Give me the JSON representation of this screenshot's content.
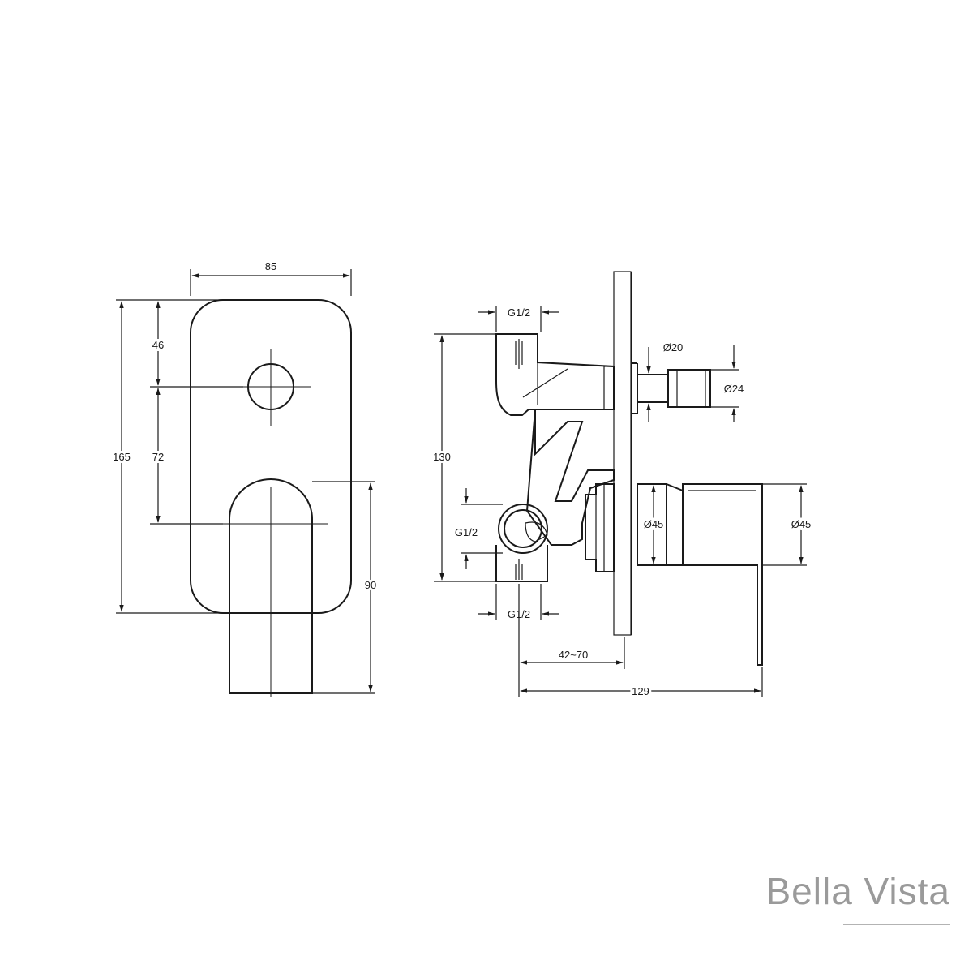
{
  "front_view": {
    "width": "85",
    "height": "165",
    "top_to_center": "46",
    "center_to_handle": "72",
    "handle_height": "90"
  },
  "side_view": {
    "top_outlet": "G1/2",
    "side_outlet": "G1/2",
    "bottom_outlet": "G1/2",
    "height": "130",
    "spindle_diameter": "Ø20",
    "cap_diameter": "Ø24",
    "body_diameter": "Ø45",
    "handle_diameter": "Ø45",
    "wall_depth": "42~70",
    "overall_depth": "129"
  },
  "brand": {
    "name": "Bella Vista"
  }
}
